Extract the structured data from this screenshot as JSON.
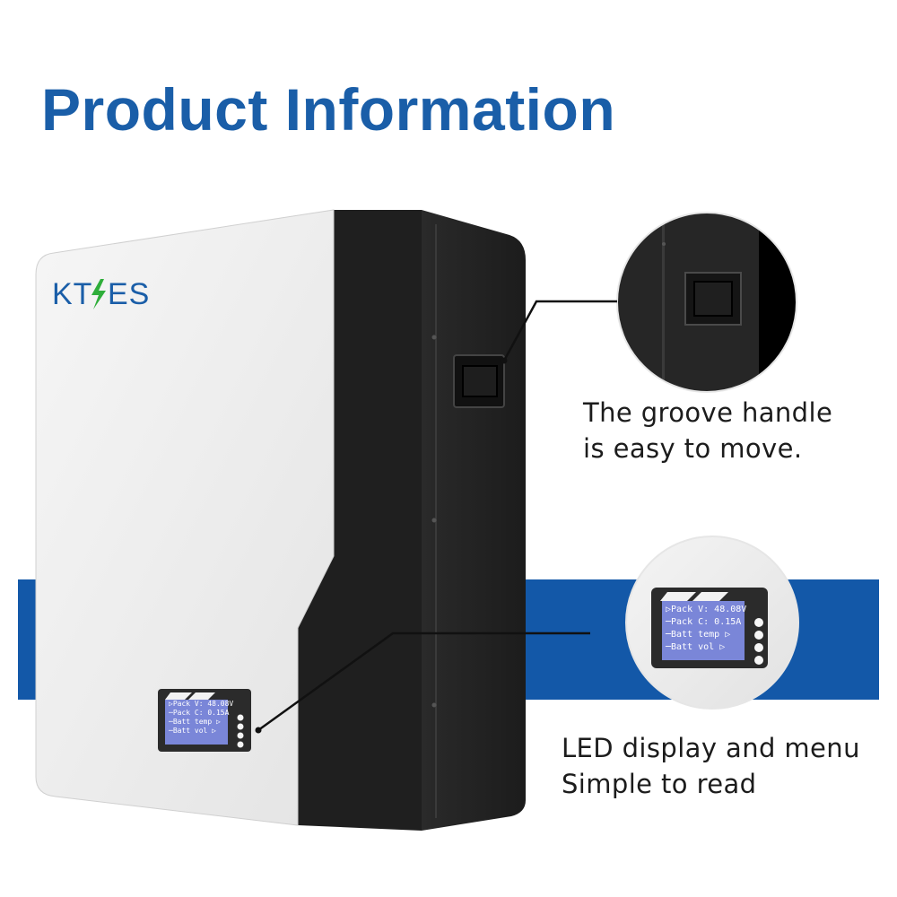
{
  "page": {
    "title": "Product Information"
  },
  "brand": {
    "logo_text": "KT ES",
    "logo_color": "#1a5ea8",
    "bolt_color": "#2fae3a"
  },
  "colors": {
    "accent_blue": "#1358a8",
    "title_blue": "#1a5ea8",
    "panel_white": "#eeeeee",
    "housing_black": "#222222"
  },
  "callouts": [
    {
      "name": "groove-handle",
      "lines": [
        "The groove handle",
        "is easy to move."
      ]
    },
    {
      "name": "lcd-display",
      "lines": [
        "LED display and menu",
        "Simple to read"
      ]
    }
  ],
  "lcd": {
    "lines": [
      "▷Pack V: 48.08V",
      "─Pack C: 0.15A",
      "─Batt temp ▷",
      "─Batt vol ▷"
    ]
  }
}
